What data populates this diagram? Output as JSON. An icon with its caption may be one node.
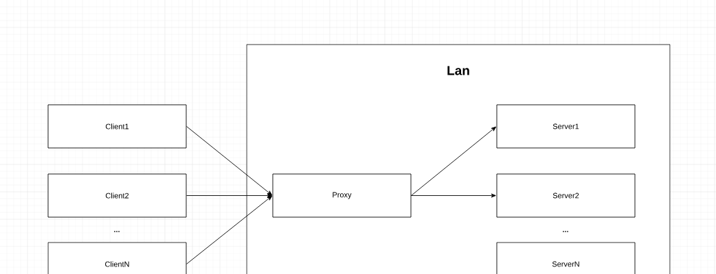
{
  "diagram": {
    "nodes": [
      {
        "text": [
          "Client1"
        ]
      },
      {
        "text": [
          "Client2"
        ]
      },
      {
        "text": [
          "ClientN"
        ]
      },
      {
        "text": [
          "Lan"
        ]
      },
      {
        "text": [
          "Proxy"
        ],
        "in": 3
      },
      {
        "text": [
          "Server1"
        ],
        "in": 3
      },
      {
        "text": [
          "Server2"
        ],
        "in": 3
      },
      {
        "text": [
          "ServerN"
        ],
        "in": 3
      }
    ],
    "edges": [
      {
        "from": 0,
        "to": 4,
        "arrow": "to"
      },
      {
        "from": 1,
        "to": 4,
        "arrow": "to"
      },
      {
        "from": 2,
        "to": 4,
        "arrow": "to"
      },
      {
        "from": 4,
        "to": 5,
        "arrow": "to"
      },
      {
        "from": 4,
        "to": 6,
        "arrow": "to"
      }
    ],
    "labels": [
      "...",
      "..."
    ]
  }
}
